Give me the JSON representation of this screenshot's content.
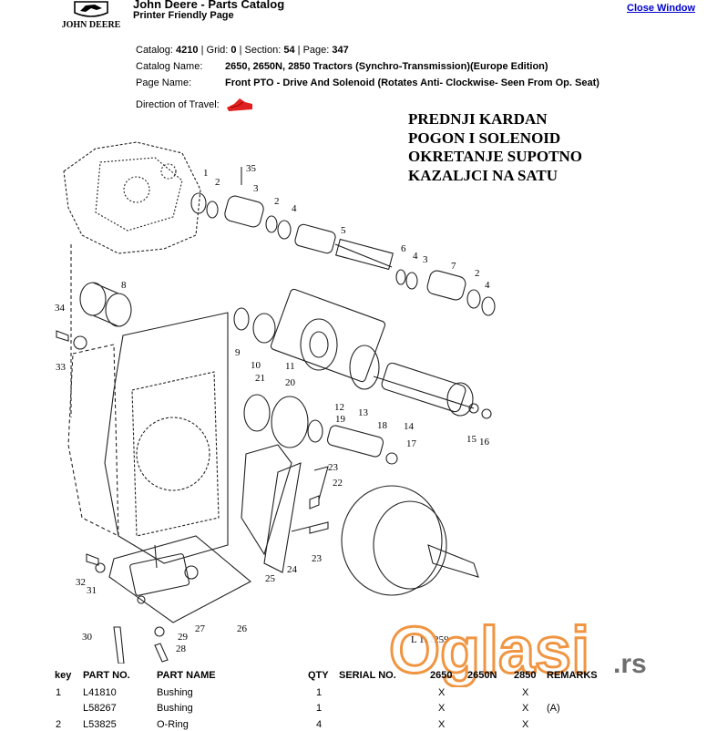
{
  "header": {
    "brand_text": "JOHN DEERE",
    "title": "John Deere - Parts Catalog",
    "subtitle": "Printer Friendly Page",
    "close_label": "Close Window"
  },
  "info": {
    "catalog_label": "Catalog:",
    "catalog_value": "4210",
    "grid_label": "Grid:",
    "grid_value": "0",
    "section_label": "Section:",
    "section_value": "54",
    "page_label": "Page:",
    "page_value": "347",
    "catalog_name_label": "Catalog Name:",
    "catalog_name_value": "2650, 2650N, 2850 Tractors (Synchro-Transmission)(Europe Edition)",
    "page_name_label": "Page Name:",
    "page_name_value": "Front PTO - Drive And Solenoid (Rotates Anti- Clockwise- Seen From Op. Seat)",
    "direction_label": "Direction of Travel:"
  },
  "caption_lines": [
    "PREDNJI KARDAN",
    "POGON I SOLENOID",
    "OKRETANJE SUPOTNO",
    "KAZALJCI NA SATU"
  ],
  "diagram": {
    "callouts": [
      "1",
      "2",
      "35",
      "3",
      "2",
      "4",
      "5",
      "6",
      "4",
      "3",
      "7",
      "2",
      "4",
      "8",
      "34",
      "33",
      "9",
      "10",
      "11",
      "12",
      "13",
      "14",
      "21",
      "20",
      "19",
      "18",
      "17",
      "15",
      "16",
      "23",
      "22",
      "25",
      "24",
      "23",
      "32",
      "31",
      "27",
      "26",
      "30",
      "29",
      "28"
    ],
    "figure_number": "L 112259"
  },
  "watermark": {
    "text": "Oglasi",
    "suffix": ".rs"
  },
  "table": {
    "headers": {
      "key": "key",
      "part_no": "PART NO.",
      "part_name": "PART NAME",
      "qty": "QTY",
      "serial": "SERIAL NO.",
      "m2650": "2650",
      "m2650n": "2650N",
      "m2850": "2850",
      "remarks": "REMARKS"
    },
    "rows": [
      {
        "key": "1",
        "part_no": "L41810",
        "part_name": "Bushing",
        "qty": "1",
        "m2650": "X",
        "m2650n": "",
        "m2850": "X",
        "remarks": ""
      },
      {
        "key": "",
        "part_no": "L58267",
        "part_name": "Bushing",
        "qty": "1",
        "m2650": "X",
        "m2650n": "",
        "m2850": "X",
        "remarks": "(A)"
      },
      {
        "key": "2",
        "part_no": "L53825",
        "part_name": "O-Ring",
        "qty": "4",
        "m2650": "X",
        "m2650n": "",
        "m2850": "X",
        "remarks": ""
      }
    ]
  },
  "colors": {
    "link": "#0000cc",
    "watermark_orange": "#ef8a2d",
    "direction_red": "#e02020"
  }
}
